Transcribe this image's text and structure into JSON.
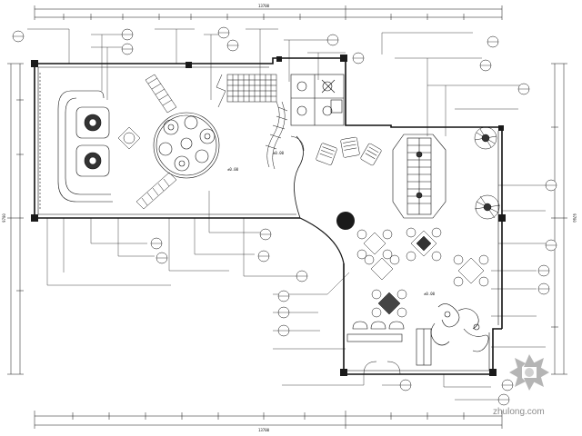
{
  "drawing": {
    "top_total_dimension": "13700",
    "bottom_total_dimension": "13700",
    "left_total_dimension": "9700",
    "right_total_dimension": "9700",
    "area_label_left": "",
    "area_label_right": "",
    "elevation_label_left": "±0.00",
    "elevation_label_right": "±0.00",
    "elevation_label_lower": "±0.00"
  },
  "watermark": {
    "text": "zhulong.com",
    "logo_icon": "zhulong-logo-icon"
  },
  "colors": {
    "line": "#111111",
    "wall_fill": "#1a1a1a",
    "watermark": "#8c8c8c",
    "background": "#ffffff"
  }
}
